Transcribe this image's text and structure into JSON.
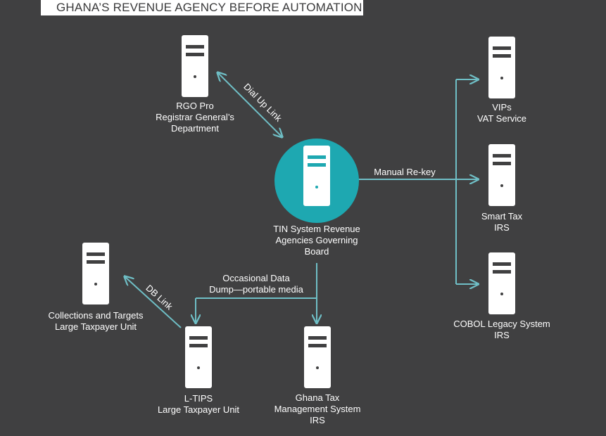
{
  "title": "GHANA’S REVENUE AGENCY BEFORE AUTOMATION",
  "colors": {
    "background": "#404041",
    "accent": "#1ea8b1",
    "arrow": "#6fbfc6",
    "text": "#ffffff"
  },
  "nodes": {
    "rgo": {
      "line1": "RGO Pro",
      "line2": "Registrar General’s",
      "line3": "Department",
      "icon": "server-icon"
    },
    "tin": {
      "line1": "TIN System Revenue",
      "line2": "Agencies Governing",
      "line3": "Board",
      "icon": "server-icon"
    },
    "vips": {
      "line1": "VIPs",
      "line2": "VAT Service",
      "icon": "server-icon"
    },
    "smart_tax": {
      "line1": "Smart Tax",
      "line2": "IRS",
      "icon": "server-icon"
    },
    "cobol": {
      "line1": "COBOL Legacy System",
      "line2": "IRS",
      "icon": "server-icon"
    },
    "collections": {
      "line1": "Collections and Targets",
      "line2": "Large Taxpayer Unit",
      "icon": "server-icon"
    },
    "ltips": {
      "line1": "L-TIPS",
      "line2": "Large Taxpayer Unit",
      "icon": "server-icon"
    },
    "gtms": {
      "line1": "Ghana Tax",
      "line2": "Management System",
      "line3": "IRS",
      "icon": "server-icon"
    }
  },
  "links": {
    "dial_up": "Dial Up Link",
    "manual_rekey": "Manual Re-key",
    "dump_line1": "Occasional Data",
    "dump_line2": "Dump—portable media",
    "db_link": "DB Link"
  }
}
